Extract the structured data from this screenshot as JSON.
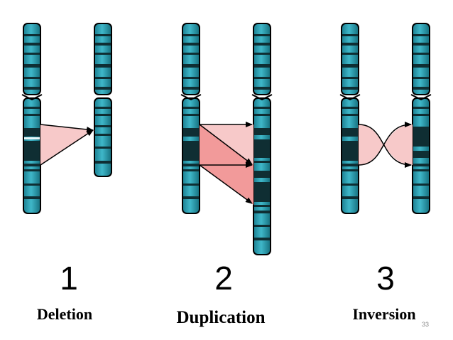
{
  "panels": [
    {
      "number": "1",
      "label": "Deletion"
    },
    {
      "number": "2",
      "label": "Duplication"
    },
    {
      "number": "3",
      "label": "Inversion"
    }
  ],
  "slide_number": "33",
  "colors": {
    "chromosome_fill": "#2b9aae",
    "band_dark": "#0f2e33",
    "band_mid": "#1d5f6a",
    "band_light": "#e8f6f8",
    "highlight_light": "#f7c9c9",
    "highlight_medium": "#f29a9a",
    "outline": "#000000"
  }
}
